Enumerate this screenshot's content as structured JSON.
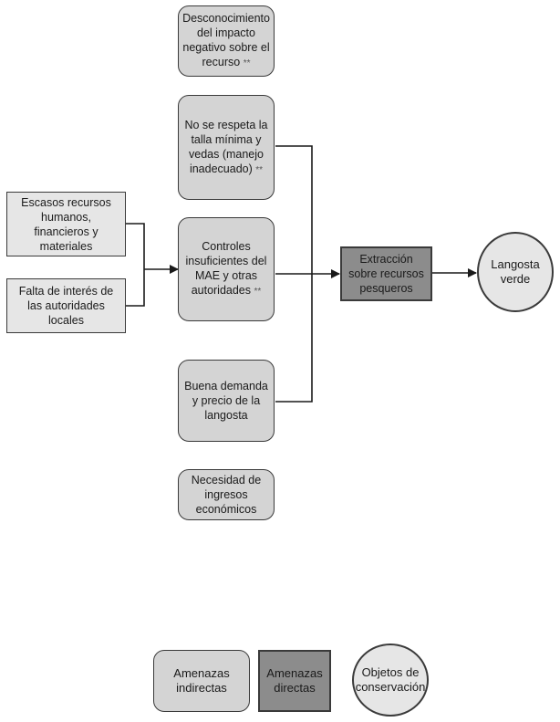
{
  "diagram": {
    "nodes": {
      "desconocimiento": {
        "text": "Desconocimiento del impacto negativo sobre el recurso",
        "note": "**"
      },
      "talla_minima": {
        "text": "No se respeta la talla mínima y vedas (manejo inadecuado)",
        "note": "**"
      },
      "escasos_recursos": {
        "text": "Escasos recursos humanos, financieros y materiales"
      },
      "falta_interes": {
        "text": "Falta de interés de las autoridades locales"
      },
      "controles": {
        "text": "Controles insuficientes del MAE y otras autoridades",
        "note": "**"
      },
      "buena_demanda": {
        "text": "Buena demanda y precio de la langosta"
      },
      "necesidad": {
        "text": "Necesidad de ingresos económicos"
      },
      "extraccion": {
        "text": "Extracción sobre recursos pesqueros"
      },
      "langosta": {
        "text": "Langosta verde"
      }
    },
    "legend": {
      "indirect": "Amenazas indirectas",
      "direct": "Amenazas directas",
      "objects": "Objetos de conservación"
    }
  },
  "colors": {
    "indirect_fill": "#d4d4d4",
    "direct_fill": "#8c8c8c",
    "target_fill": "#e6e6e6",
    "line": "#1a1a1a"
  }
}
